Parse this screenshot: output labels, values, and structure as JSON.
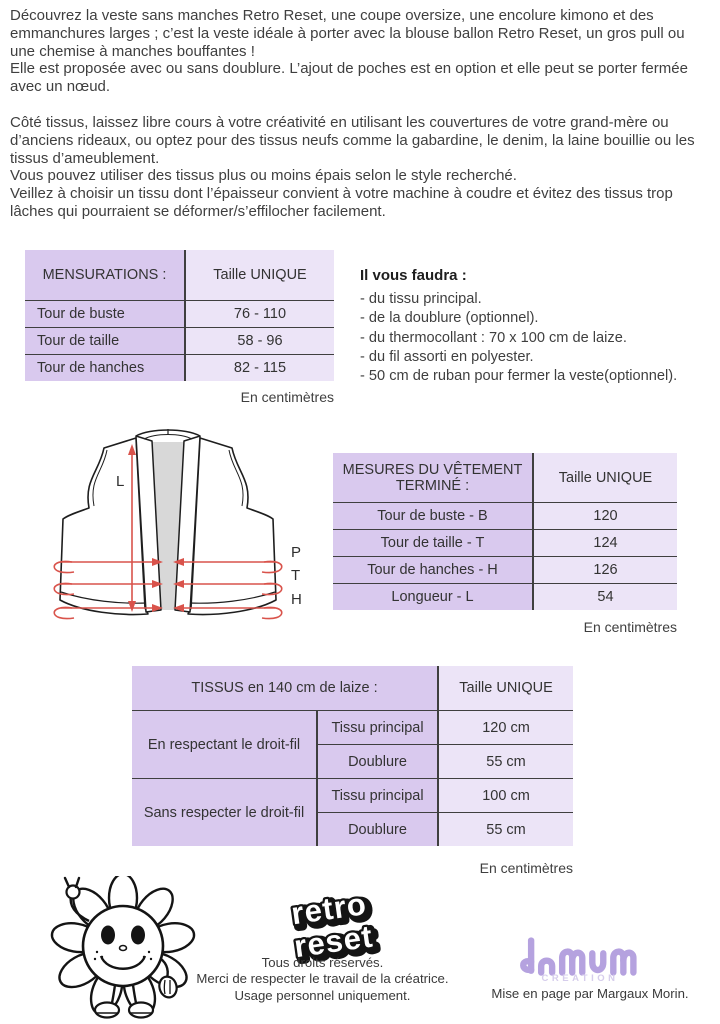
{
  "intro": {
    "p1": "Découvrez la veste sans manches Retro Reset, une coupe oversize, une encolure kimono et des emmanchures larges ; c’est la veste idéale à porter avec la blouse ballon Retro Reset, un gros pull ou une chemise à manches bouffantes !",
    "p2": "Elle est proposée avec ou sans doublure. L’ajout de poches est en option et elle peut se porter fermée avec un nœud.",
    "p3": "Côté tissus, laissez libre cours à votre créativité en utilisant les couvertures de votre grand-mère ou d’anciens rideaux, ou optez pour des tissus neufs comme la gabardine, le denim, la laine bouillie ou les tissus d’ameublement.",
    "p4": "Vous pouvez utiliser des tissus plus ou moins épais selon le style recherché.",
    "p5": "Veillez à choisir un tissu dont l’épaisseur convient à votre machine à coudre et évitez des tissus trop lâches qui pourraient se déformer/s’effilocher facilement."
  },
  "mensurations_table": {
    "col1_header": "MENSURATIONS :",
    "col2_header": "Taille UNIQUE",
    "rows": [
      [
        "Tour de buste",
        "76 - 110"
      ],
      [
        "Tour de taille",
        "58 - 96"
      ],
      [
        "Tour de hanches",
        "82 - 115"
      ]
    ],
    "footnote": "En centimètres"
  },
  "materials": {
    "title": "Il vous faudra :",
    "items": [
      "- du tissu principal.",
      "- de la doublure (optionnel).",
      "- du thermocollant : 70 x 100 cm de laize.",
      "- du fil assorti en polyester.",
      "- 50 cm de ruban pour fermer la veste(optionnel)."
    ]
  },
  "diagram": {
    "labels": {
      "length": "L",
      "bust": "P",
      "waist": "T",
      "hip": "H"
    }
  },
  "finished_table": {
    "col1_header": "MESURES DU VÊTEMENT TERMINÉ :",
    "col2_header": "Taille UNIQUE",
    "rows": [
      [
        "Tour de buste - B",
        "120"
      ],
      [
        "Tour de taille - T",
        "124"
      ],
      [
        "Tour de hanches - H",
        "126"
      ],
      [
        "Longueur - L",
        "54"
      ]
    ],
    "footnote": "En centimètres"
  },
  "fabric_table": {
    "col_header": "TISSUS en 140 cm de laize :",
    "size_header": "Taille UNIQUE",
    "groups": [
      {
        "label": "En respectant le droit-fil",
        "rows": [
          [
            "Tissu principal",
            "120 cm"
          ],
          [
            "Doublure",
            "55 cm"
          ]
        ]
      },
      {
        "label": "Sans respecter le droit-fil",
        "rows": [
          [
            "Tissu principal",
            "100 cm"
          ],
          [
            "Doublure",
            "55 cm"
          ]
        ]
      }
    ],
    "footnote": "En centimètres"
  },
  "footer": {
    "logo_line1": "retro",
    "logo_line2": "reset",
    "rights": "Tous droits réservés.",
    "respect": "Merci de respecter le travail de la créatrice.",
    "usage": "Usage personnel uniquement.",
    "brand": "damm",
    "brand_sub": "CREATION",
    "credit": "Mise en page par Margaux Morin."
  },
  "colors": {
    "table_purple": "#d9c9ee",
    "table_light": "#ece4f7",
    "measure_red": "#d9534b",
    "brand_purple": "#b5a2df",
    "text": "#3f3f3f"
  }
}
